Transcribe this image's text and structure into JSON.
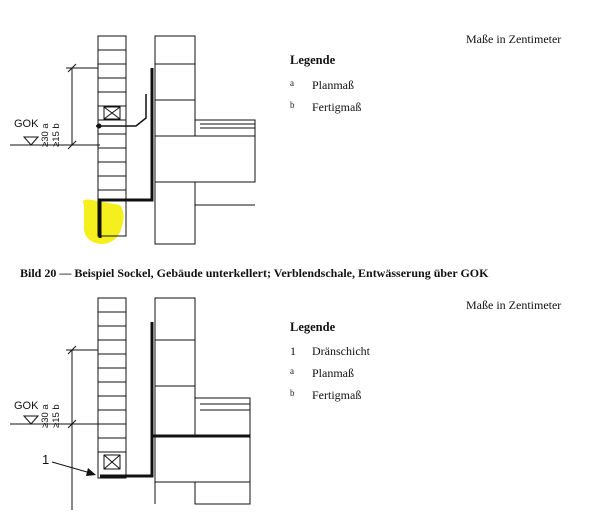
{
  "figure1": {
    "units_note": "Maße in Zentimeter",
    "legend_title": "Legende",
    "legend": [
      {
        "key": "a",
        "text": "Planmaß"
      },
      {
        "key": "b",
        "text": "Fertigmaß"
      }
    ],
    "dims": {
      "d1": "≥30 a",
      "d2": "≥15 b"
    },
    "gok": "GOK"
  },
  "caption": "Bild 20 — Beispiel Sockel, Gebäude unterkellert; Verblendschale, Entwässerung über GOK",
  "figure2": {
    "units_note": "Maße in Zentimeter",
    "legend_title": "Legende",
    "legend": [
      {
        "key": "1",
        "text": "Dränschicht"
      },
      {
        "key": "a",
        "text": "Planmaß"
      },
      {
        "key": "b",
        "text": "Fertigmaß"
      }
    ],
    "dims": {
      "d1": "≥30 a",
      "d2": "≥15 b"
    },
    "gok": "GOK",
    "callout": "1"
  },
  "colors": {
    "highlight": "#f5ef1e",
    "line": "#111111"
  }
}
